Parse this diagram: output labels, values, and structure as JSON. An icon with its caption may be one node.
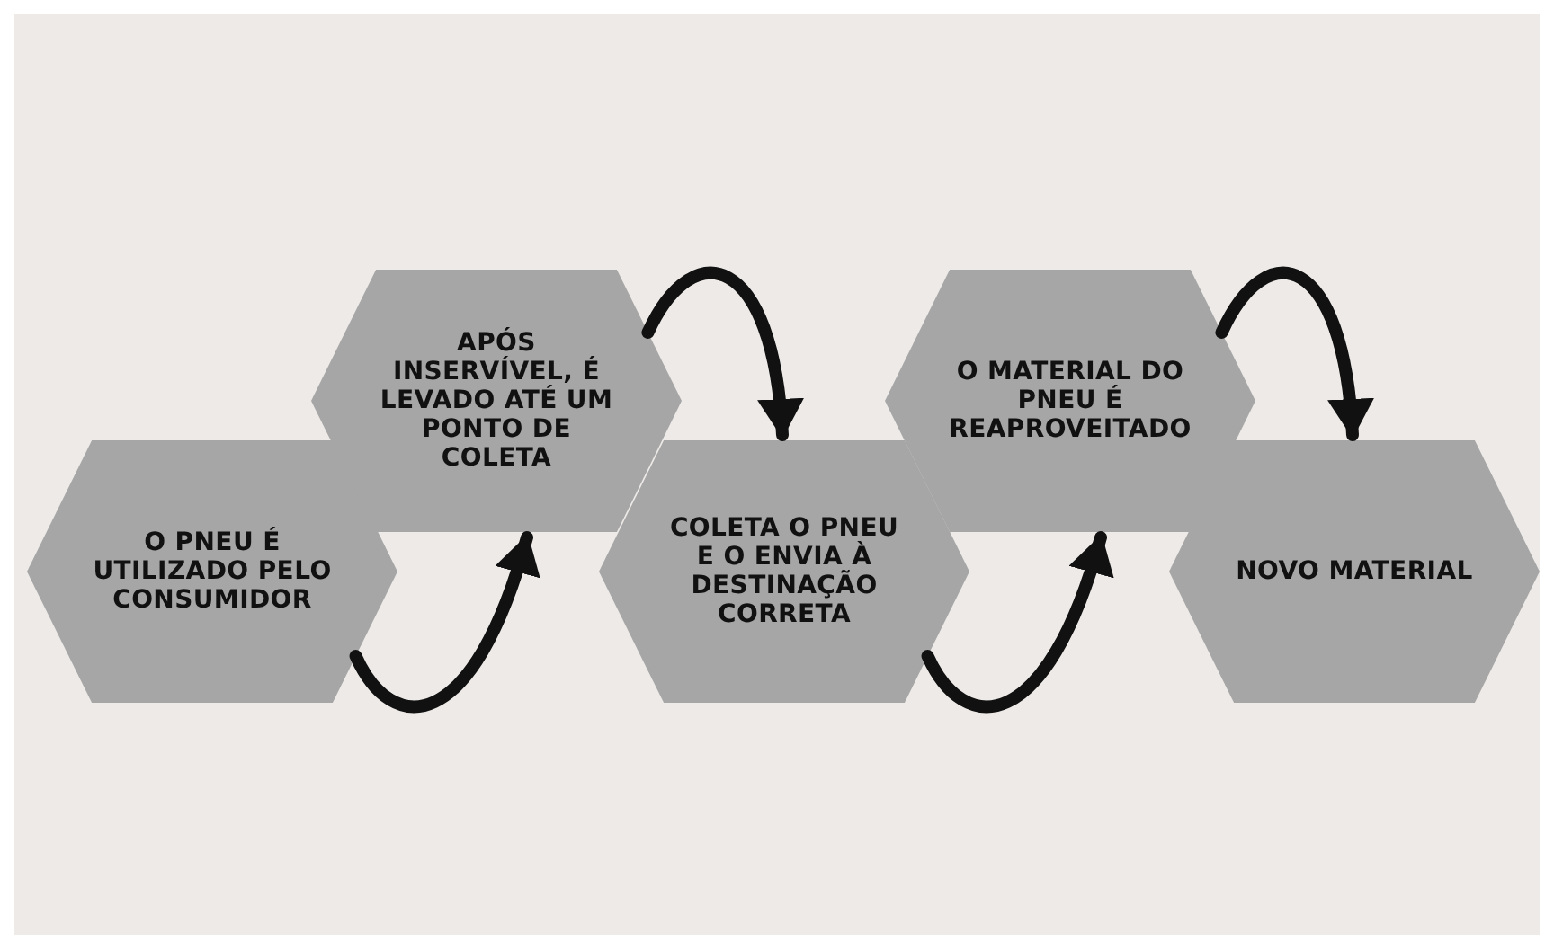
{
  "diagram": {
    "nodes": [
      {
        "text": [
          "O PNEU É UTILIZADO PELO CONSUMIDOR"
        ]
      },
      {
        "text": [
          "APÓS INSERVÍVEL, É LEVADO ATÉ UM PONTO DE COLETA"
        ]
      },
      {
        "text": [
          "COLETA O PNEU E O ENVIA À DESTINAÇÃO CORRETA"
        ]
      },
      {
        "text": [
          "O MATERIAL DO PNEU É REAPROVEITADO"
        ]
      },
      {
        "text": [
          "NOVO MATERIAL"
        ]
      }
    ],
    "edges": [
      {
        "from": 0,
        "to": 1,
        "arrow": "to"
      },
      {
        "from": 1,
        "to": 2,
        "arrow": "to"
      },
      {
        "from": 2,
        "to": 3,
        "arrow": "to"
      },
      {
        "from": 3,
        "to": 4,
        "arrow": "to"
      }
    ]
  }
}
